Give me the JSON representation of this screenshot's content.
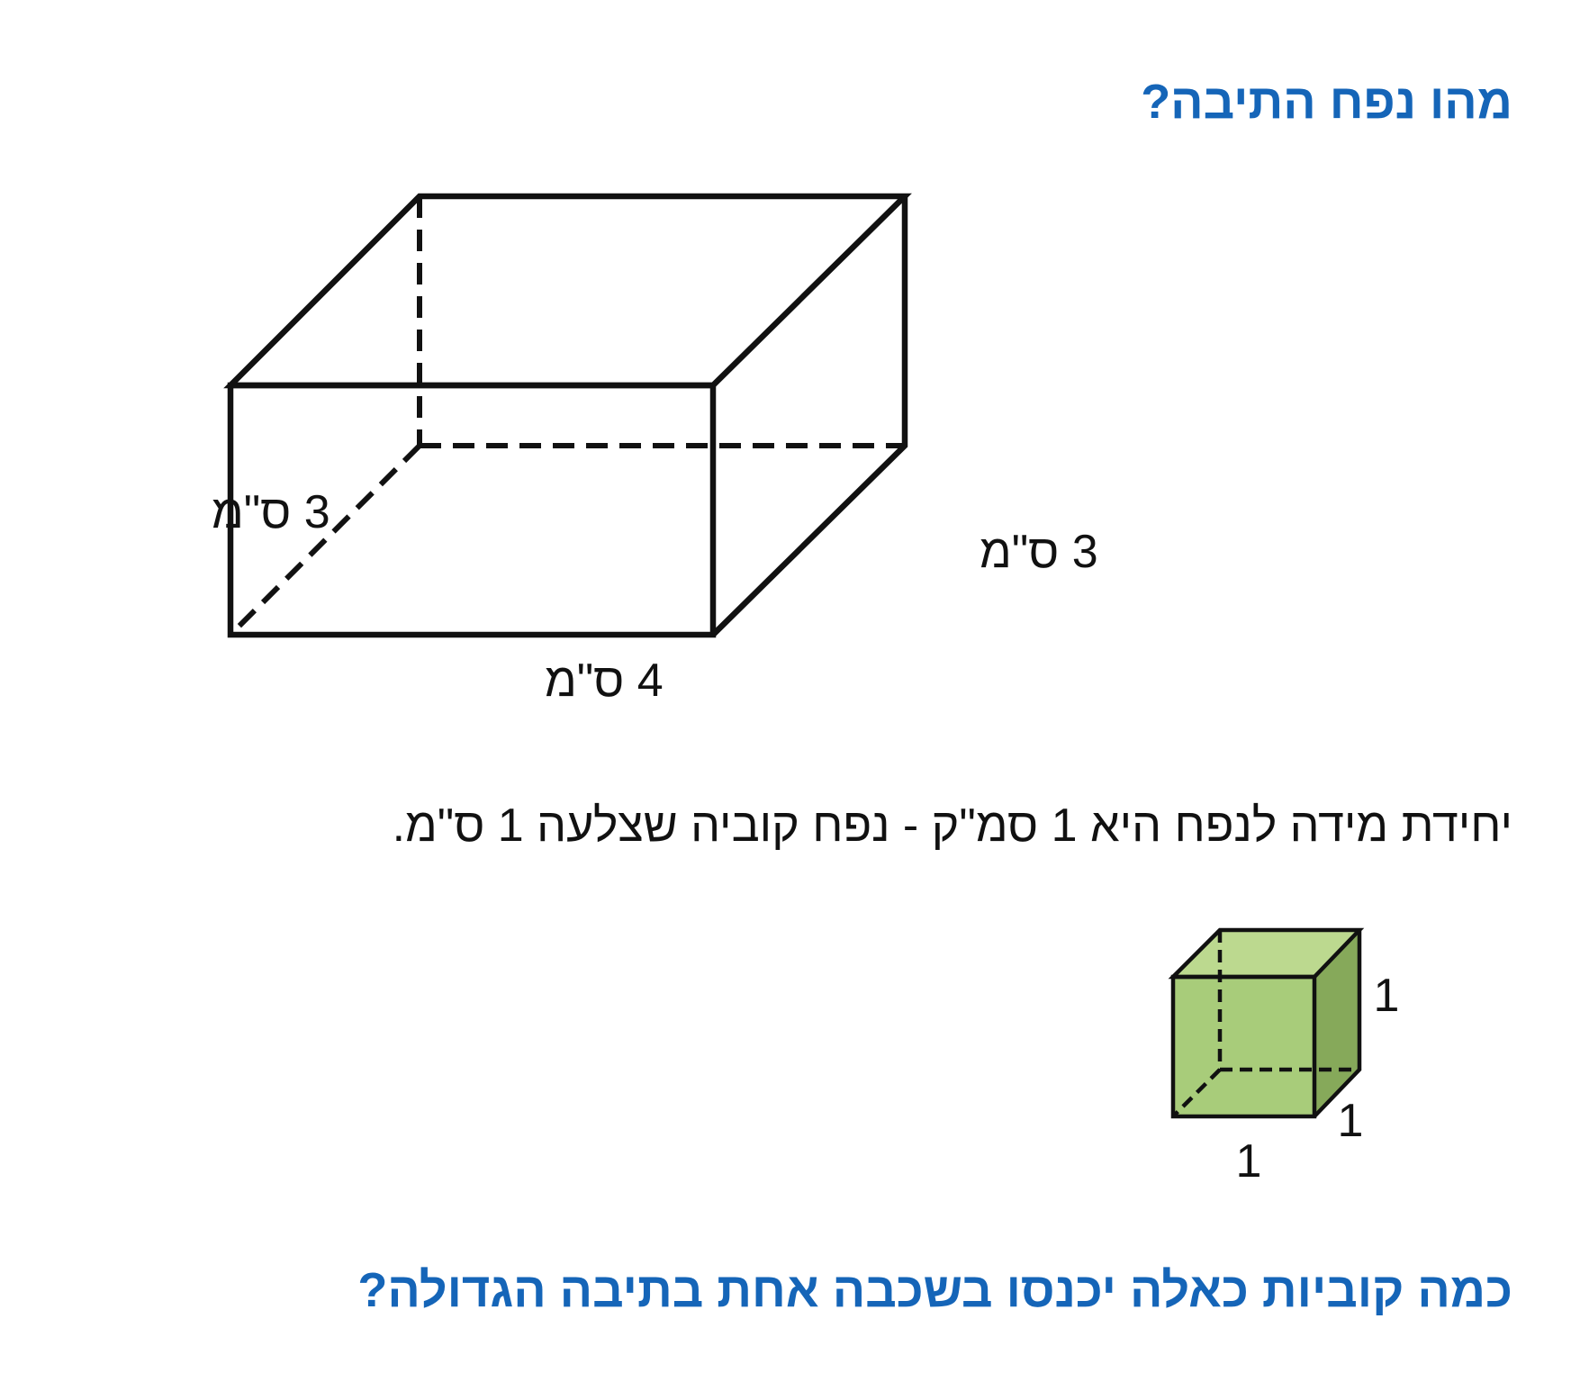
{
  "question_volume": "מהו נפח התיבה?",
  "box": {
    "height_label": "3 ס\"מ",
    "depth_label": "3 ס\"מ",
    "width_label": "4 ס\"מ"
  },
  "unit_sentence": "יחידת מידה לנפח היא 1 סמ\"ק - נפח קוביה שצלעה 1 ס\"מ.",
  "unit_cube": {
    "height_label": "1",
    "depth_label": "1",
    "width_label": "1",
    "colors": {
      "front": "#a8cc7a",
      "top": "#bcd98f",
      "side": "#86a95a",
      "edge": "#111111"
    }
  },
  "question_layer": "כמה קוביות כאלה יכנסו בשכבה אחת בתיבה הגדולה?",
  "colors": {
    "heading": "#1565b8",
    "text": "#111111"
  }
}
